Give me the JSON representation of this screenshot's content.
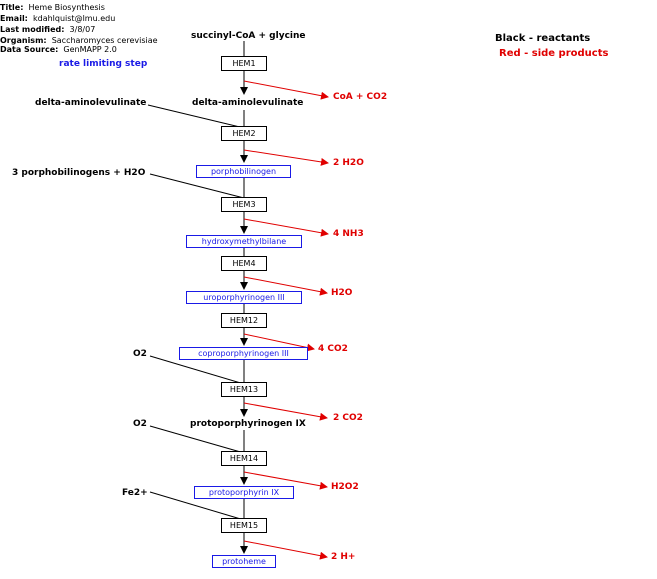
{
  "header": {
    "title_label": "Title:",
    "title": "Heme Biosynthesis",
    "email_label": "Email:",
    "email": "kdahlquist@lmu.edu",
    "modified_label": "Last modified:",
    "modified": "3/8/07",
    "organism_label": "Organism:",
    "organism": "Saccharomyces cerevisiae",
    "source_label": "Data Source:",
    "source": "GenMAPP 2.0"
  },
  "rate_limiting": "rate limiting step",
  "legend": {
    "black": "Black - reactants",
    "red": "Red - side products"
  },
  "reactants": {
    "start": "succinyl-CoA + glycine",
    "ala_left": "delta-aminolevulinate",
    "ala_center": "delta-aminolevulinate",
    "pbg_left": "3 porphobilinogens + H2O",
    "o2_a": "O2",
    "o2_b": "O2",
    "proto_ix": "protoporphyrinogen IX",
    "fe": "Fe2+"
  },
  "genes": {
    "hem1": "HEM1",
    "hem2": "HEM2",
    "hem3": "HEM3",
    "hem4": "HEM4",
    "hem12": "HEM12",
    "hem13": "HEM13",
    "hem14": "HEM14",
    "hem15": "HEM15"
  },
  "metabolites": {
    "porphobilinogen": "porphobilinogen",
    "hydroxymethylbilane": "hydroxymethylbilane",
    "uroporphyrinogen": "uroporphyrinogen III",
    "coproporphyrinogen": "coproporphyrinogen III",
    "protoporphyrin": "protoporphyrin IX",
    "protoheme": "protoheme"
  },
  "side_products": {
    "coa_co2": "CoA + CO2",
    "h2o_2": "2 H2O",
    "nh3_4": "4 NH3",
    "h2o": "H2O",
    "co2_4": "4 CO2",
    "co2_2": "2 CO2",
    "h2o2": "H2O2",
    "h_2": "2 H+"
  },
  "colors": {
    "reactant": "#000000",
    "side_product": "#e00000",
    "metabolite": "#1a1ae6"
  }
}
